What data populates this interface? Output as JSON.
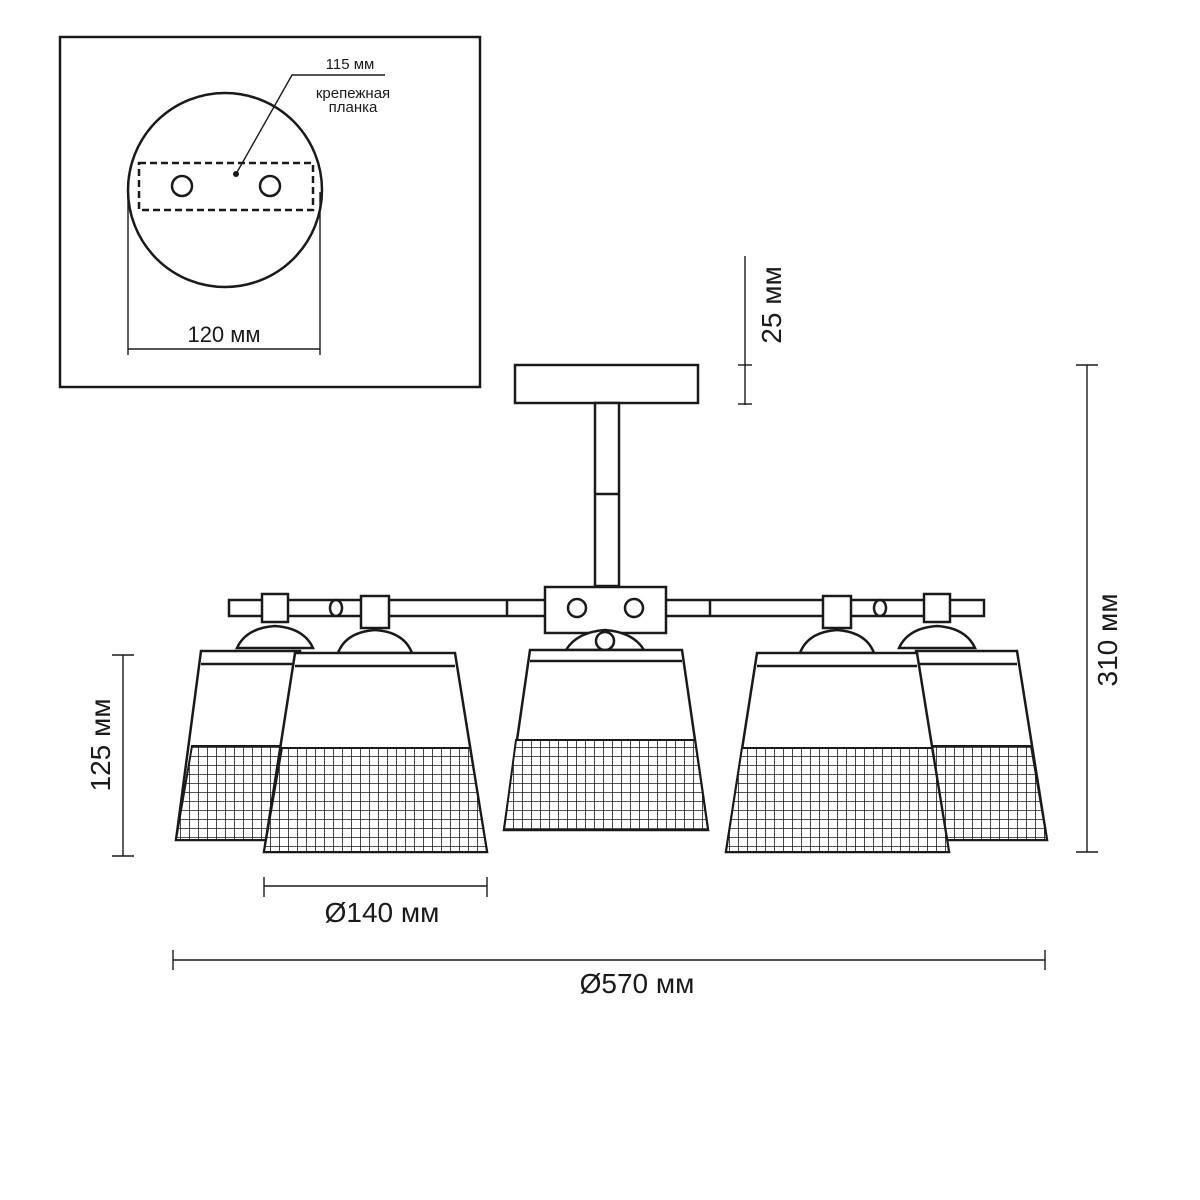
{
  "inset": {
    "plate_width_label": "115 мм",
    "plate_name_line1": "крепежная",
    "plate_name_line2": "планка",
    "base_diameter_label": "120 мм"
  },
  "dimensions": {
    "canopy_height": "25 мм",
    "total_height": "310 мм",
    "shade_height": "125 мм",
    "shade_diameter": "Ø140 мм",
    "overall_diameter": "Ø570 мм"
  },
  "fixture": {
    "shade_count": 5
  }
}
